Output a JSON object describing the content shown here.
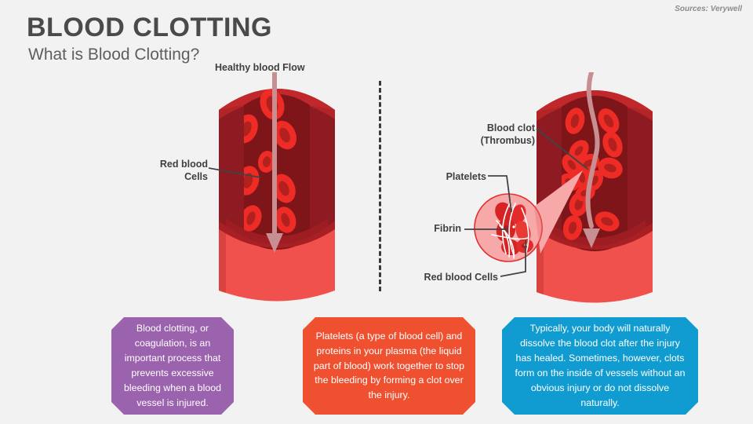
{
  "slide": {
    "title": "BLOOD CLOTTING",
    "subtitle": "What is Blood Clotting?",
    "sources": "Sources: Verywell",
    "background_color": "#f2f2f2"
  },
  "labels": {
    "healthy_blood_flow": "Healthy blood Flow",
    "red_blood_cells_left": "Red blood\nCells",
    "blood_clot": "Blood clot\n(Thrombus)",
    "platelets": "Platelets",
    "fibrin": "Fibrin",
    "red_blood_cells_right": "Red blood Cells"
  },
  "figures": {
    "left_vessel": {
      "name": "healthy-blood-vessel",
      "flow_arrow": "straight",
      "red_blood_cell_count": 8
    },
    "right_vessel": {
      "name": "clotted-blood-vessel",
      "flow_arrow": "wavy",
      "red_blood_cell_count": 9,
      "clot_present": true
    },
    "magnifier": {
      "name": "clot-magnifier",
      "contents": "red blood cells and fibrin strands"
    }
  },
  "boxes": [
    {
      "id": "box-purple",
      "color": "#9b62ad",
      "text": "Blood clotting, or coagulation, is an important process that prevents excessive bleeding when a blood vessel is injured."
    },
    {
      "id": "box-orange",
      "color": "#ef5130",
      "text": "Platelets (a type of blood cell) and proteins in your plasma (the liquid part of blood) work together to stop the bleeding by forming a clot over the injury."
    },
    {
      "id": "box-blue",
      "color": "#109cd0",
      "text": "Typically, your body will naturally dissolve the blood clot after the injury has healed. Sometimes, however, clots form on the inside of vessels without an obvious injury or do not dissolve naturally."
    }
  ],
  "palette": {
    "vessel_outer_light": "#b32428",
    "vessel_outer_top": "#c0282c",
    "vessel_side_dark": "#8e1a22",
    "vessel_lumen": "#7d1519",
    "vessel_lower": "#f0514d",
    "vessel_lower_shadow": "#a81f24",
    "cell_red": "#ef2b26",
    "cell_center": "#b3211f",
    "arrow": "#c88f93",
    "magnifier_fill": "#f7a8a8",
    "magnifier_stroke": "#e03030",
    "label_text": "#3f3f3f",
    "leader_line": "#3f4547"
  }
}
